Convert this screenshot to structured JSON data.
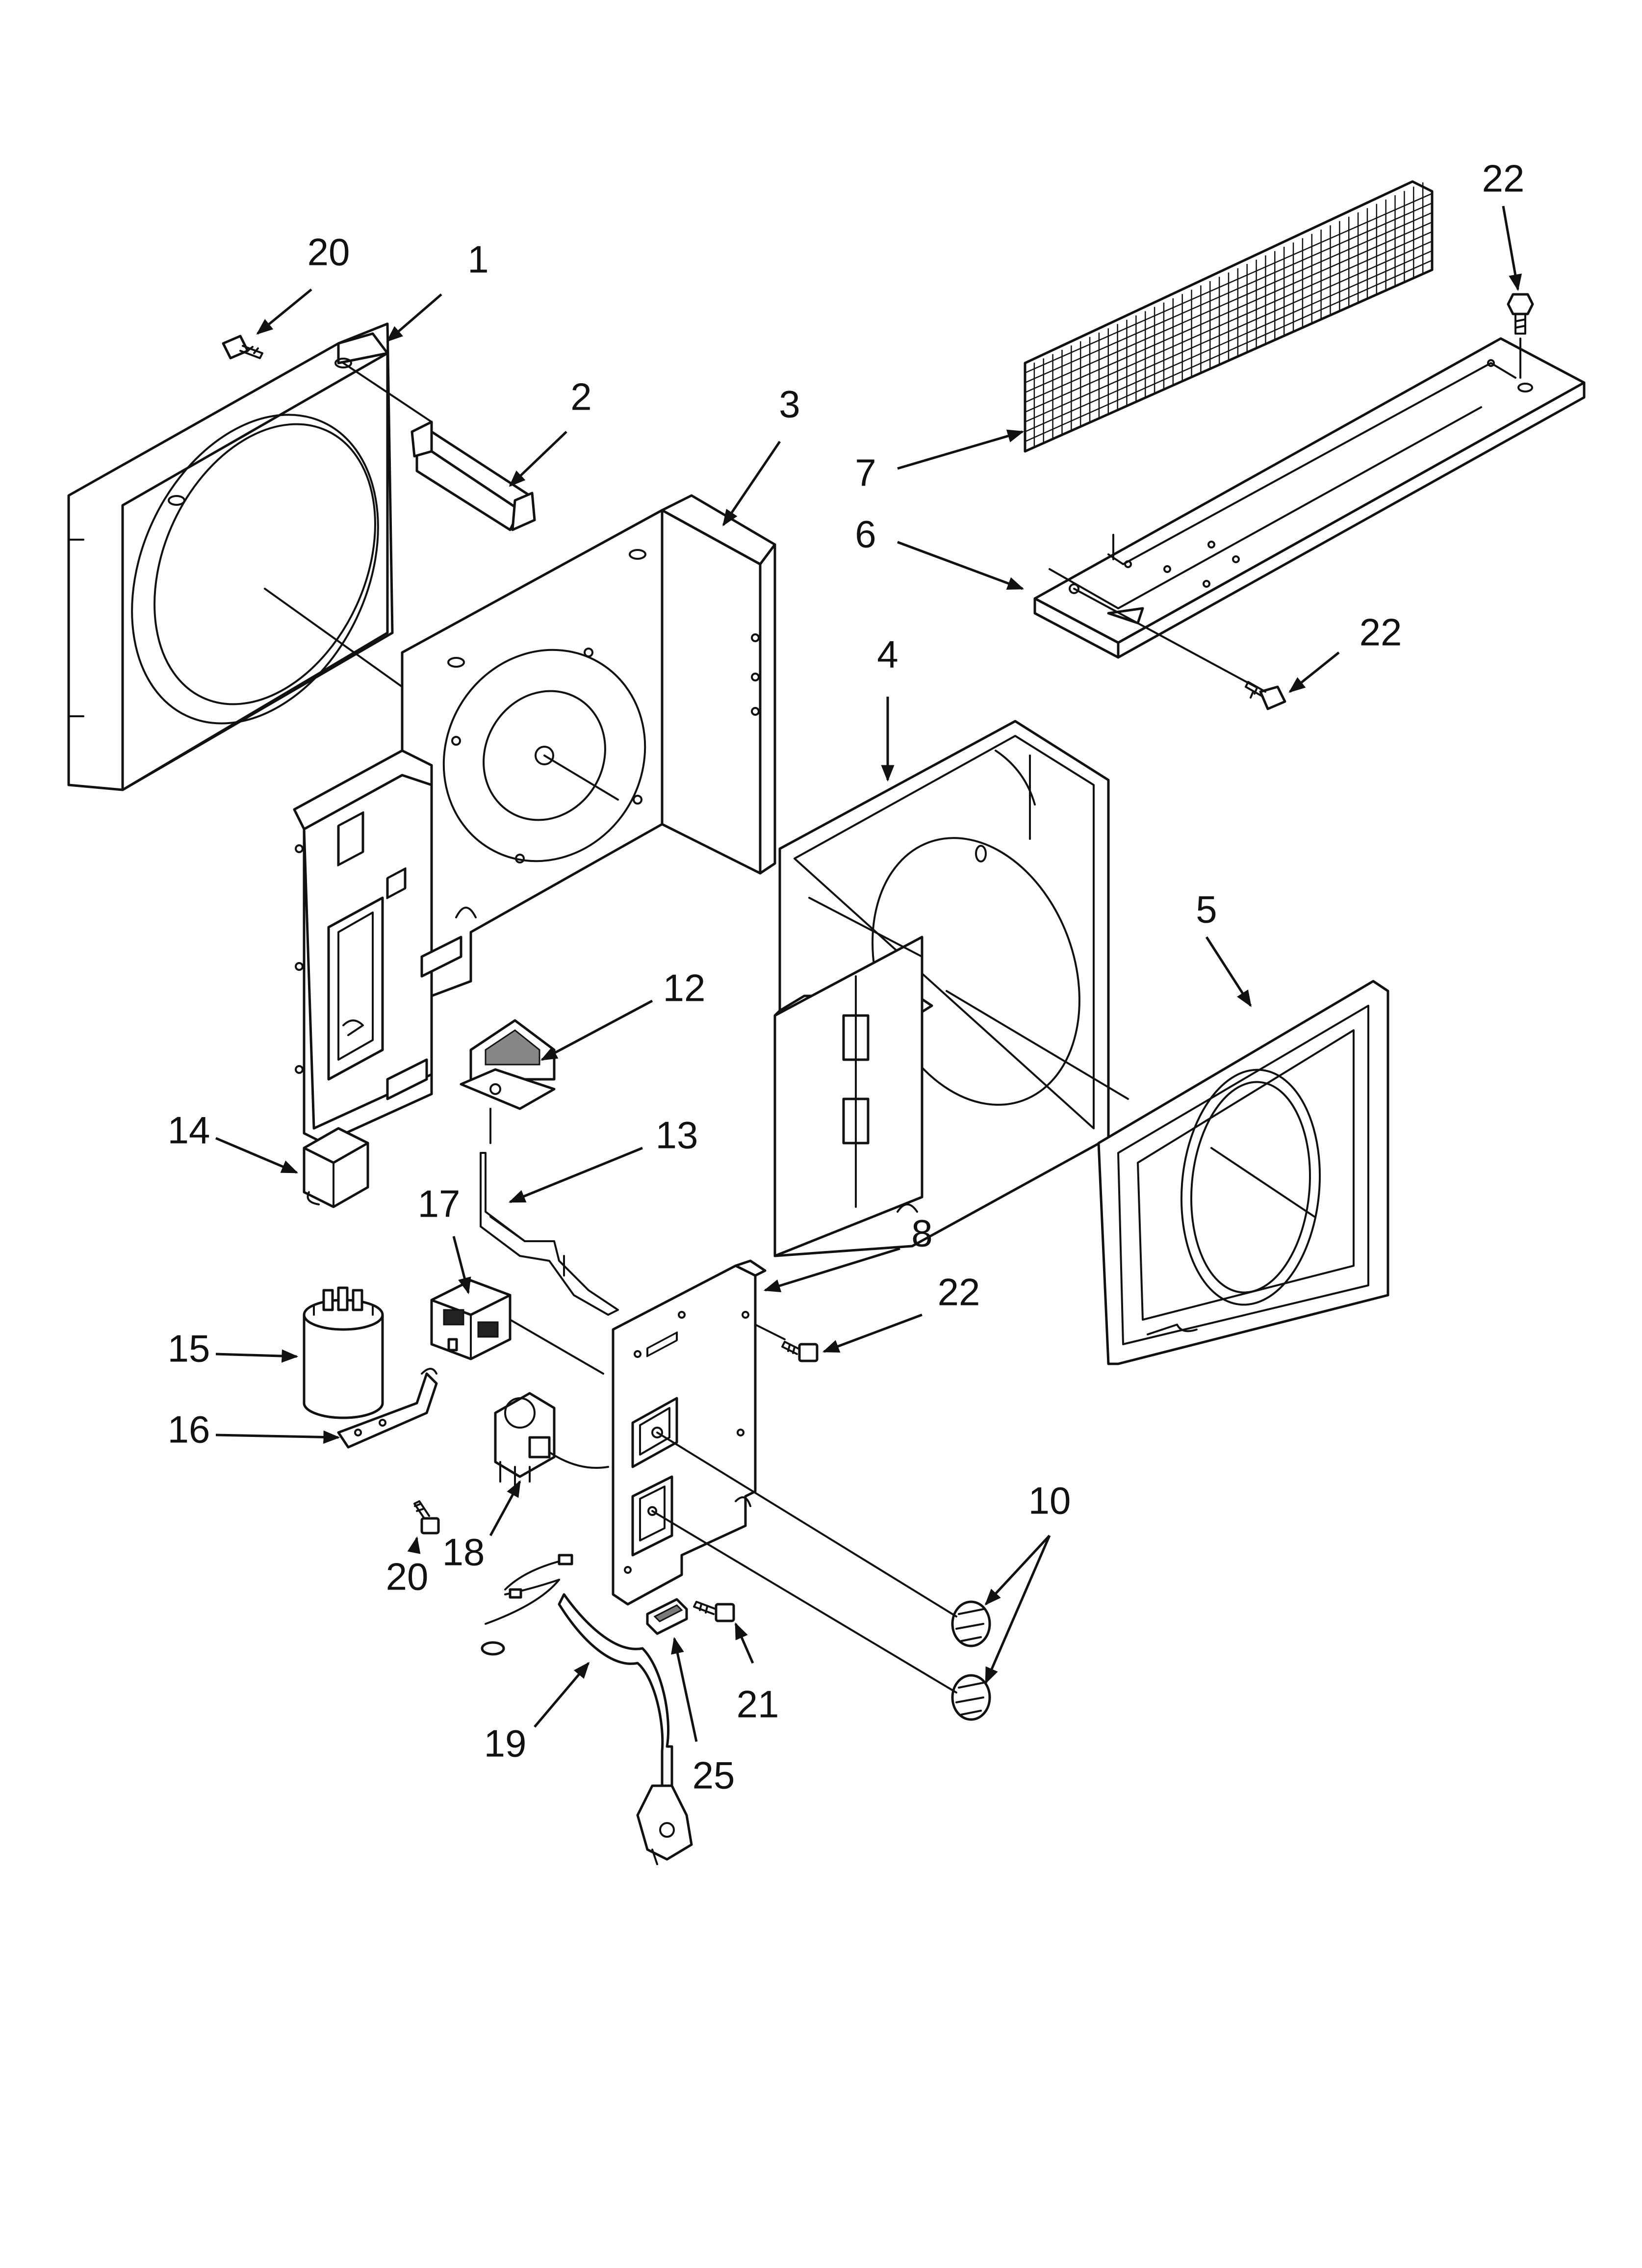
{
  "diagram": {
    "callouts": [
      {
        "id": "c1",
        "label": "1"
      },
      {
        "id": "c2",
        "label": "2"
      },
      {
        "id": "c3",
        "label": "3"
      },
      {
        "id": "c4",
        "label": "4"
      },
      {
        "id": "c5",
        "label": "5"
      },
      {
        "id": "c6",
        "label": "6"
      },
      {
        "id": "c7",
        "label": "7"
      },
      {
        "id": "c8",
        "label": "8"
      },
      {
        "id": "c10",
        "label": "10"
      },
      {
        "id": "c12",
        "label": "12"
      },
      {
        "id": "c13",
        "label": "13"
      },
      {
        "id": "c14",
        "label": "14"
      },
      {
        "id": "c15",
        "label": "15"
      },
      {
        "id": "c16",
        "label": "16"
      },
      {
        "id": "c17",
        "label": "17"
      },
      {
        "id": "c18",
        "label": "18"
      },
      {
        "id": "c19",
        "label": "19"
      },
      {
        "id": "c20a",
        "label": "20"
      },
      {
        "id": "c20b",
        "label": "20"
      },
      {
        "id": "c21",
        "label": "21"
      },
      {
        "id": "c22a",
        "label": "22"
      },
      {
        "id": "c22b",
        "label": "22"
      },
      {
        "id": "c22c",
        "label": "22"
      },
      {
        "id": "c25",
        "label": "25"
      }
    ]
  }
}
